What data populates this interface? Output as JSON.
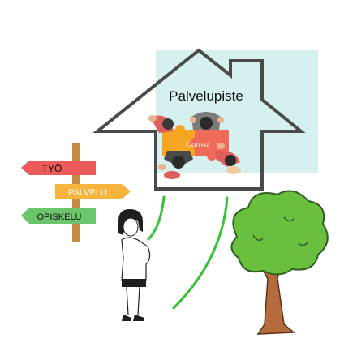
{
  "house": {
    "title": "Palvelupiste",
    "watermark": "Canva",
    "panel_color": "#d6f0f0",
    "outline_color": "#4a4a4a"
  },
  "signpost": {
    "signs": [
      {
        "label": "TYÖ",
        "color": "#ec5a5a",
        "direction": "left"
      },
      {
        "label": "PALVELU",
        "color": "#f5b43c",
        "direction": "right"
      },
      {
        "label": "OPISKELU",
        "color": "#6cc46c",
        "direction": "left"
      }
    ],
    "post_color": "#c98a44"
  },
  "paths": {
    "color": "#35c235"
  },
  "tree": {
    "leaf_color": "#6abf3f",
    "leaf_outline": "#2f5f22",
    "trunk_color": "#b56b3c"
  },
  "puzzle": {
    "colors": [
      "#f6a623",
      "#f06a5a"
    ]
  }
}
